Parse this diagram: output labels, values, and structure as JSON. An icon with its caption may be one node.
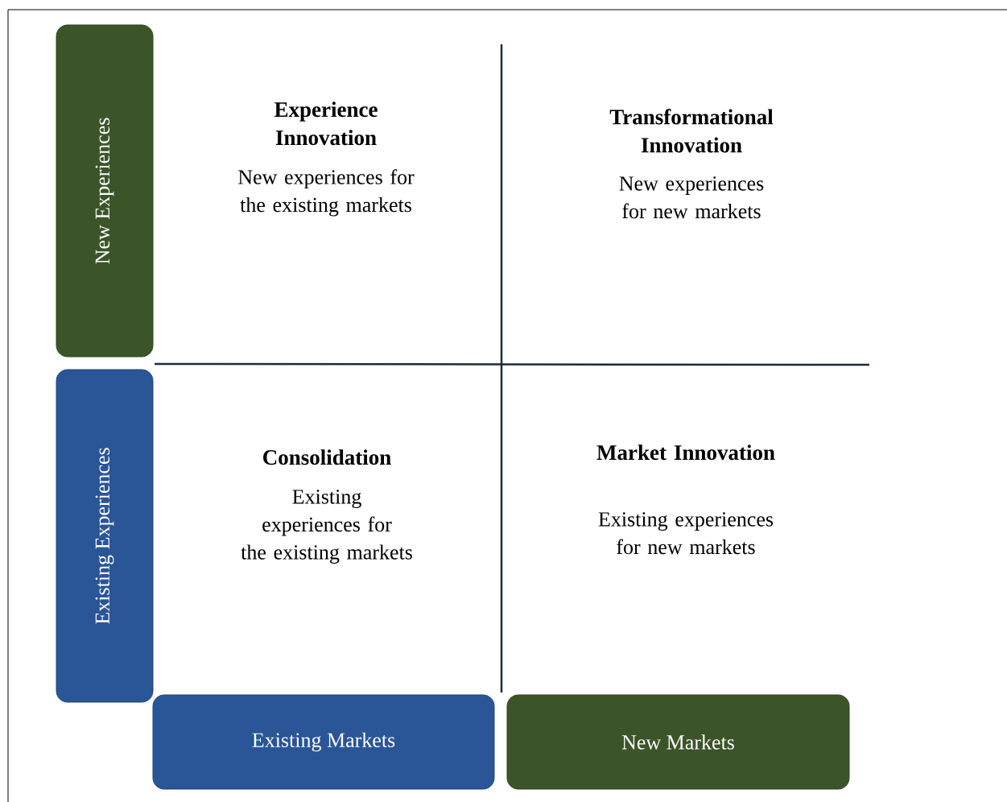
{
  "diagram": {
    "nodes": [
      {
        "text": [
          "New Experiences"
        ]
      },
      {
        "text": [
          "Existing Experiences"
        ]
      },
      {
        "text": [
          "Existing Markets"
        ]
      },
      {
        "text": [
          "New Markets"
        ]
      }
    ],
    "labels": [
      "Experience Innovation",
      "New experiences for the existing markets",
      "Transformational Innovation",
      "New experiences for new markets",
      "Consolidation",
      "Existing experiences for the existing markets",
      "Market Innovation",
      "Existing experiences for new markets"
    ]
  }
}
